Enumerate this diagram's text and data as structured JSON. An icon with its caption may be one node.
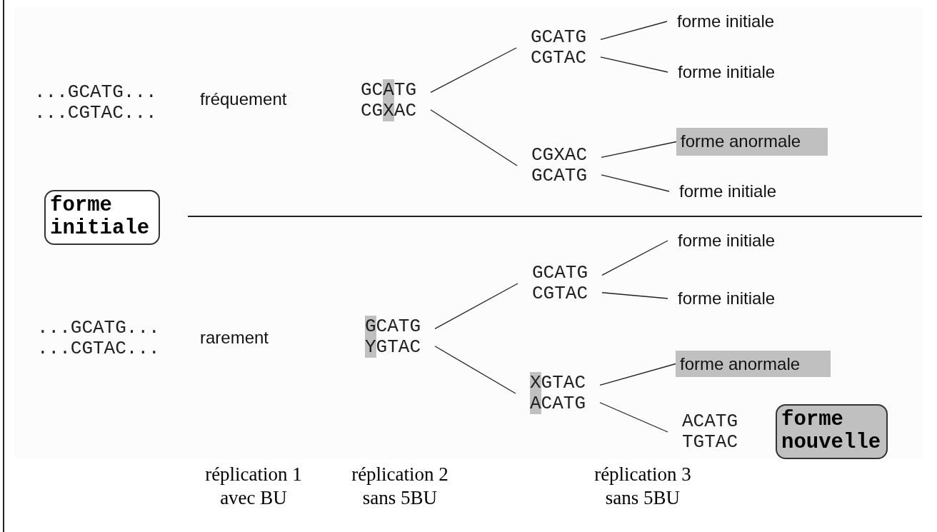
{
  "diagram": {
    "nodes": [
      {
        "text": [
          "forme initiale"
        ]
      },
      {
        "text": [
          "GCATG",
          "CGXAC"
        ]
      },
      {
        "text": [
          "GCATG",
          "CGTAC"
        ]
      },
      {
        "text": [
          "CGXAC",
          "GCATG"
        ]
      },
      {
        "text": [
          "forme initiale"
        ]
      },
      {
        "text": [
          "forme initiale"
        ]
      },
      {
        "text": [
          "forme anormale"
        ]
      },
      {
        "text": [
          "forme initiale"
        ]
      },
      {
        "text": [
          "GCATG",
          "YGTAC"
        ]
      },
      {
        "text": [
          "GCATG",
          "CGTAC"
        ]
      },
      {
        "text": [
          "XGTAC",
          "ACATG"
        ]
      },
      {
        "text": [
          "forme initiale"
        ]
      },
      {
        "text": [
          "forme initiale"
        ]
      },
      {
        "text": [
          "forme anormale"
        ]
      },
      {
        "text": [
          "ACATG",
          "TGTAC"
        ]
      },
      {
        "text": [
          "forme nouvelle"
        ]
      }
    ],
    "edges": [
      {
        "from": 1,
        "to": 2,
        "arrow": "none"
      },
      {
        "from": 1,
        "to": 3,
        "arrow": "none"
      },
      {
        "from": 2,
        "to": 4,
        "arrow": "none"
      },
      {
        "from": 2,
        "to": 5,
        "arrow": "none"
      },
      {
        "from": 3,
        "to": 6,
        "arrow": "none"
      },
      {
        "from": 3,
        "to": 7,
        "arrow": "none"
      },
      {
        "from": 8,
        "to": 9,
        "arrow": "none"
      },
      {
        "from": 8,
        "to": 10,
        "arrow": "none"
      },
      {
        "from": 9,
        "to": 11,
        "arrow": "none"
      },
      {
        "from": 9,
        "to": 12,
        "arrow": "none"
      },
      {
        "from": 10,
        "to": 13,
        "arrow": "none"
      },
      {
        "from": 10,
        "to": 14,
        "arrow": "none"
      }
    ],
    "labels": [
      "...GCATG...",
      "...CGTAC...",
      "fréquement",
      "...GCATG...",
      "...CGTAC...",
      "rarement",
      "réplication 1 avec BU",
      "réplication 2 sans 5BU",
      "réplication 3 sans 5BU"
    ]
  }
}
